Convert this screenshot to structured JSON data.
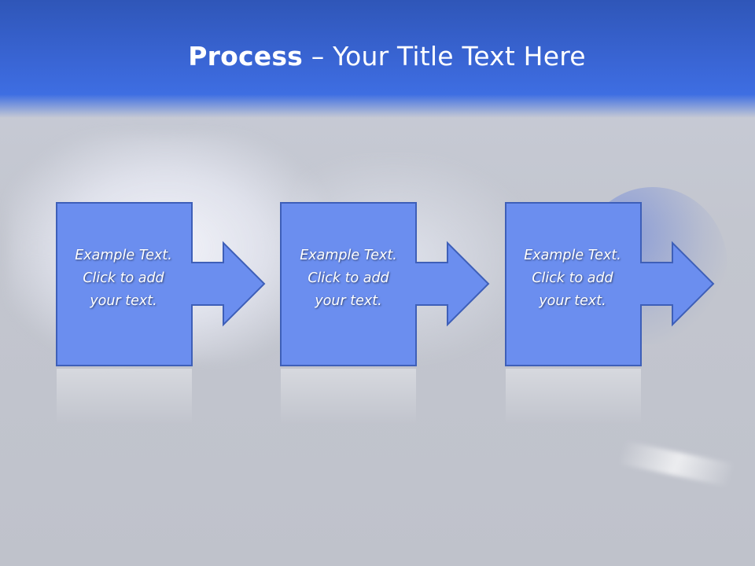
{
  "slide": {
    "title_bold": "Process",
    "title_rest": " – Your Title Text Here"
  },
  "colors": {
    "header": "#3a66d6",
    "box_fill": "#6b8eef",
    "box_stroke": "#3e5fb8"
  },
  "steps": [
    {
      "lines": [
        "Example Text.",
        "Click  to add",
        "your text."
      ]
    },
    {
      "lines": [
        "Example Text.",
        "Click  to add",
        "your text."
      ]
    },
    {
      "lines": [
        "Example Text.",
        "Click  to add",
        "your text."
      ]
    }
  ]
}
